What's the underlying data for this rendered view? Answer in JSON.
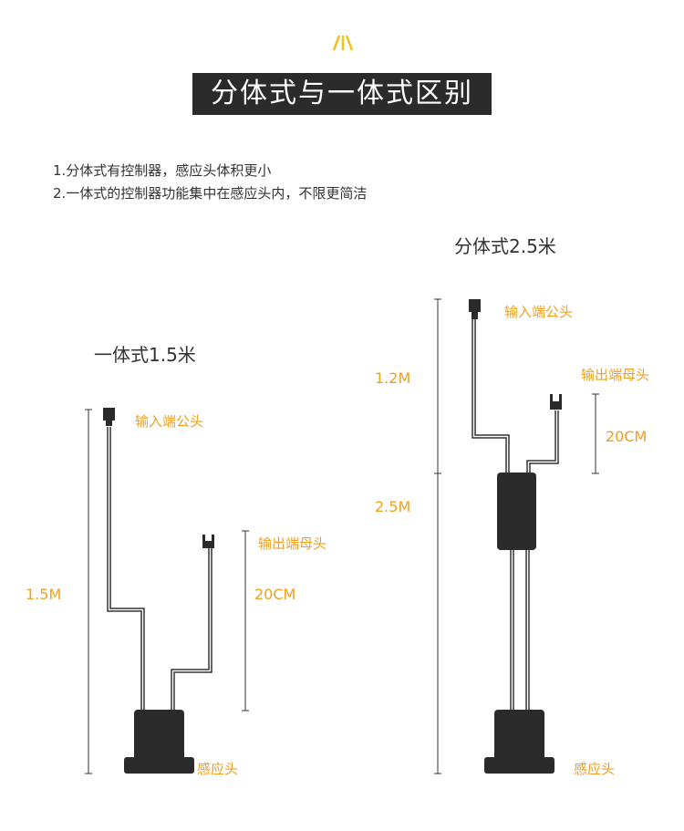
{
  "title": "分体式与一体式区别",
  "colors": {
    "accent": "#f0c020",
    "label": "#f0a020",
    "device": "#2b2b2b",
    "title_bg": "#2b2b2b"
  },
  "notes": [
    "1.分体式有控制器，感应头体积更小",
    "2.一体式的控制器功能集中在感应头内，不限更简洁"
  ],
  "integrated": {
    "heading": "一体式1.5米",
    "input_label": "输入端公头",
    "output_label": "输出端母头",
    "total_length": "1.5M",
    "output_length": "20CM",
    "sensor_label": "感应头"
  },
  "split": {
    "heading": "分体式2.5米",
    "input_label": "输入端公头",
    "output_label": "输出端母头",
    "input_length": "1.2M",
    "output_length": "20CM",
    "sensor_length": "2.5M",
    "sensor_label": "感应头"
  }
}
